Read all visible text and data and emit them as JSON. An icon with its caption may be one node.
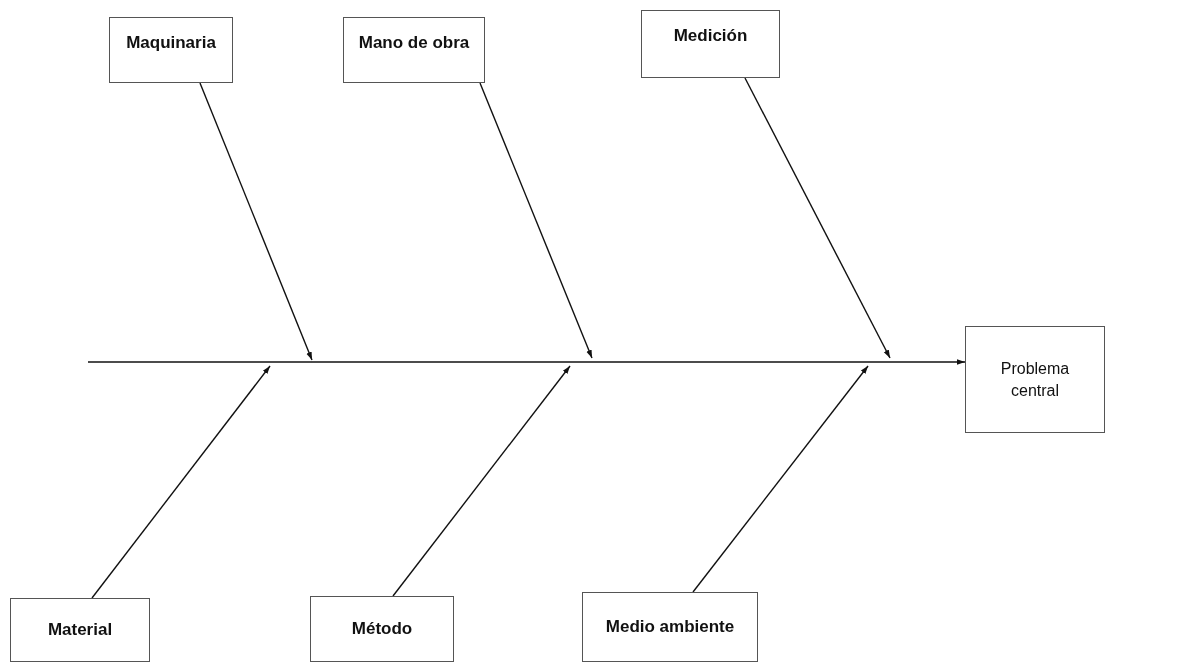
{
  "diagram": {
    "nodes": [
      {
        "text": [
          "Maquinaria"
        ]
      },
      {
        "text": [
          "Mano de obra"
        ]
      },
      {
        "text": [
          "Medición"
        ]
      },
      {
        "text": [
          "Problema central"
        ]
      },
      {
        "text": [
          "Material"
        ]
      },
      {
        "text": [
          "Método"
        ]
      },
      {
        "text": [
          "Medio ambiente"
        ]
      }
    ],
    "edges": [
      {
        "from": 0,
        "to": null,
        "arrow": "to"
      },
      {
        "from": 1,
        "to": null,
        "arrow": "to"
      },
      {
        "from": 2,
        "to": null,
        "arrow": "to"
      },
      {
        "from": 4,
        "to": null,
        "arrow": "to"
      },
      {
        "from": 5,
        "to": null,
        "arrow": "to"
      },
      {
        "from": 6,
        "to": null,
        "arrow": "to"
      },
      {
        "from": null,
        "to": 3,
        "arrow": "to"
      }
    ]
  }
}
